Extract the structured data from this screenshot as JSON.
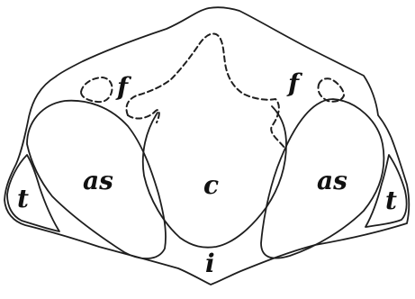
{
  "labels": {
    "f_left": "f",
    "f_right": "f",
    "t_left": "t",
    "t_right": "t",
    "as_left": "as",
    "as_right": "as",
    "c": "c",
    "i": "i"
  }
}
